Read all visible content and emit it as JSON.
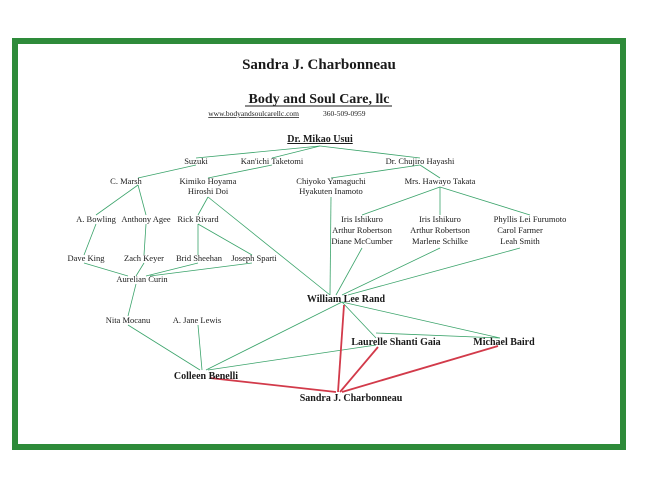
{
  "header": {
    "name": "Sandra J. Charbonneau",
    "company": "Body and Soul Care, llc",
    "website": "www.bodyandsoulcarellc.com",
    "phone": "360-509-0959"
  },
  "nodes": {
    "usui": "Dr. Mikao Usui",
    "suzuki": "Suzuki",
    "taketomi": "Kan'ichi Taketomi",
    "hayashi": "Dr. Chujiro Hayashi",
    "marsh": "C. Marsh",
    "hoyama": "Kimiko Hoyama",
    "doi": "Hiroshi Doi",
    "yamaguchi": "Chiyoko Yamaguchi",
    "inamoto": "Hyakuten Inamoto",
    "takata": "Mrs. Hawayo Takata",
    "bowling": "A. Bowling",
    "agee": "Anthony Agee",
    "rivard": "Rick Rivard",
    "ishikuro1a": "Iris Ishikuro",
    "ishikuro1b": "Arthur Robertson",
    "ishikuro1c": "Diane McCumber",
    "ishikuro2a": "Iris Ishikuro",
    "ishikuro2b": "Arthur Robertson",
    "ishikuro2c": "Marlene Schilke",
    "furumoto": "Phyllis Lei Furumoto",
    "farmer": "Carol Farmer",
    "smith": "Leah Smith",
    "king": "Dave King",
    "keyer": "Zach Keyer",
    "sheehan": "Brid Sheehan",
    "sparti": "Joseph Sparti",
    "curin": "Aurelian Curin",
    "rand": "William Lee Rand",
    "mocanu": "Nita Mocanu",
    "lewis": "A. Jane Lewis",
    "gaia": "Laurelle Shanti Gaia",
    "baird": "Michael Baird",
    "benelli": "Colleen Benelli",
    "charbonneau": "Sandra J. Charbonneau"
  },
  "colors": {
    "frame": "#2e8b3a",
    "line_green": "#3aa36a",
    "line_red": "#d23a4a"
  }
}
